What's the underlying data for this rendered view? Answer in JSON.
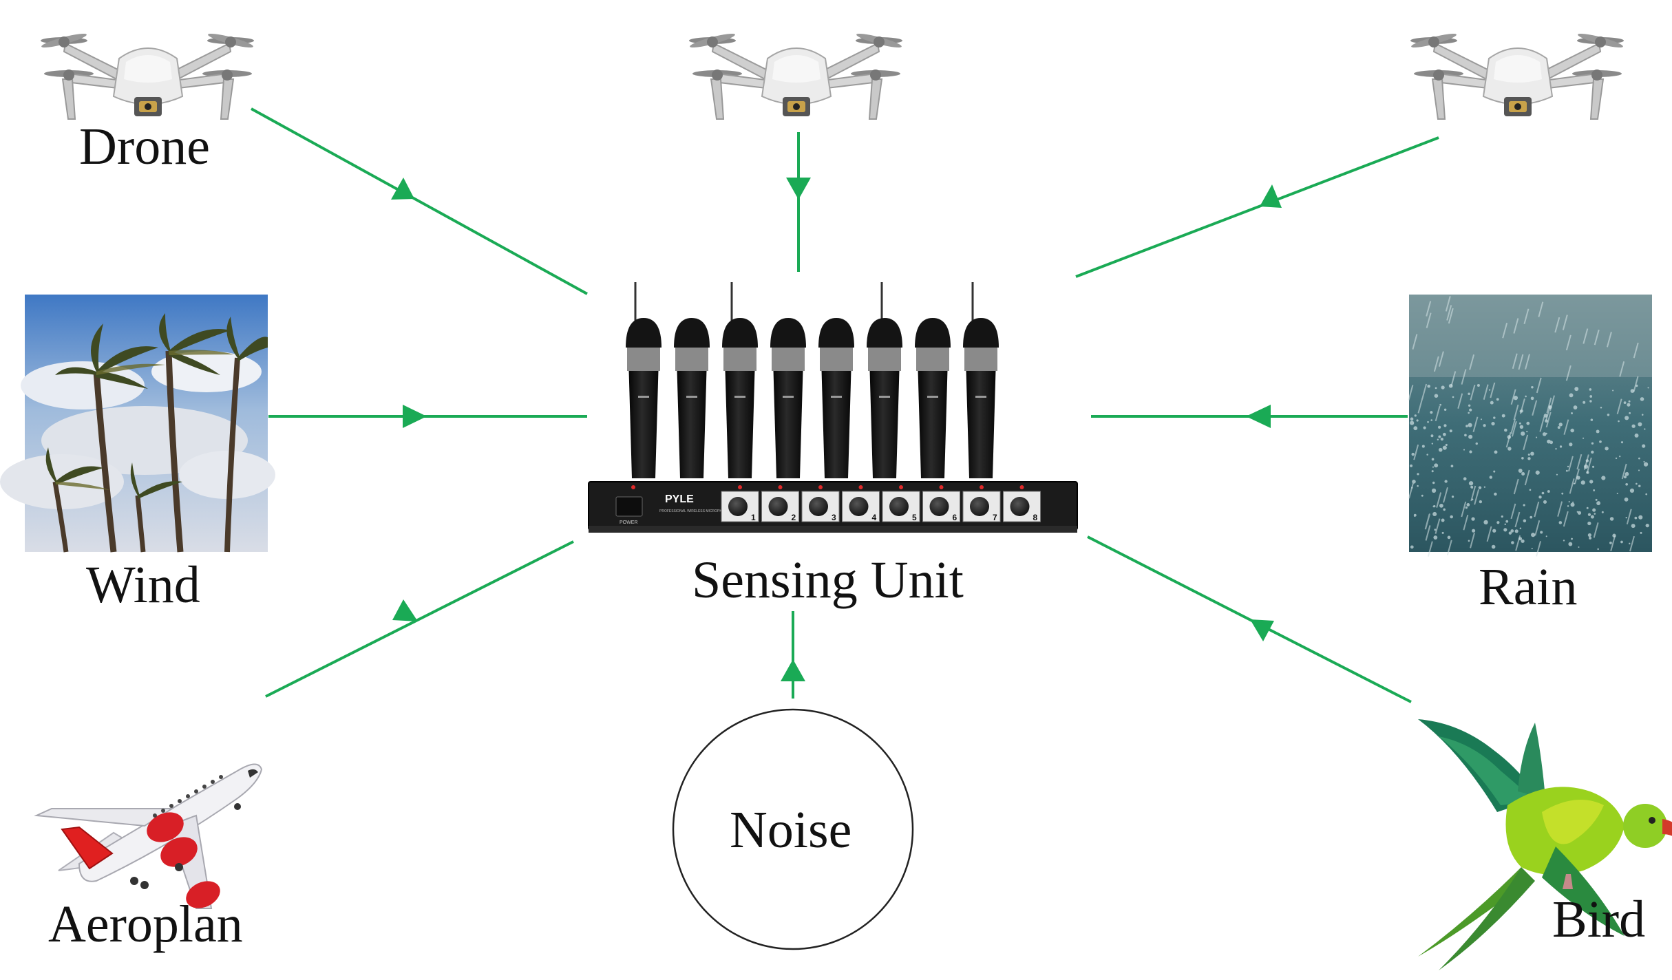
{
  "labels": {
    "drone": "Drone",
    "wind": "Wind",
    "aeroplane": "Aeroplan",
    "sensing_unit": "Sensing Unit",
    "noise": "Noise",
    "rain": "Rain",
    "bird": "Bird"
  },
  "receiver_brand": "PYLE",
  "receiver_power_label": "POWER",
  "receiver_model_text": "PROFESSIONAL WIRELESS MICROPHONE",
  "channels": [
    "1",
    "2",
    "3",
    "4",
    "5",
    "6",
    "7",
    "8"
  ],
  "colors": {
    "arrow": "#1aaa55",
    "text": "#111111",
    "receiver_body": "#1b1b1b",
    "mic": "#141414"
  }
}
